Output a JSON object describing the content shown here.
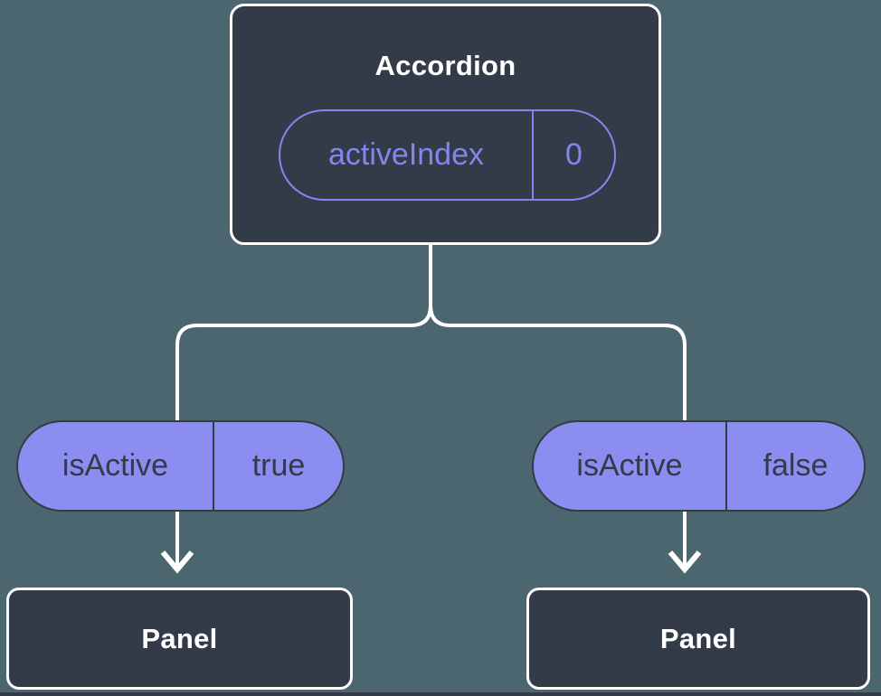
{
  "diagram": {
    "root": {
      "title": "Accordion",
      "prop": {
        "name": "activeIndex",
        "value": "0"
      }
    },
    "branches": [
      {
        "prop": {
          "name": "isActive",
          "value": "true"
        },
        "child": {
          "title": "Panel"
        }
      },
      {
        "prop": {
          "name": "isActive",
          "value": "false"
        },
        "child": {
          "title": "Panel"
        }
      }
    ],
    "colors": {
      "background": "#4c666f",
      "node_fill": "#333b49",
      "node_border": "#ffffff",
      "accent_purple": "#8286ee",
      "pill_fill": "#8b8df1",
      "pill_text": "#333b49",
      "connector": "#ffffff"
    }
  }
}
